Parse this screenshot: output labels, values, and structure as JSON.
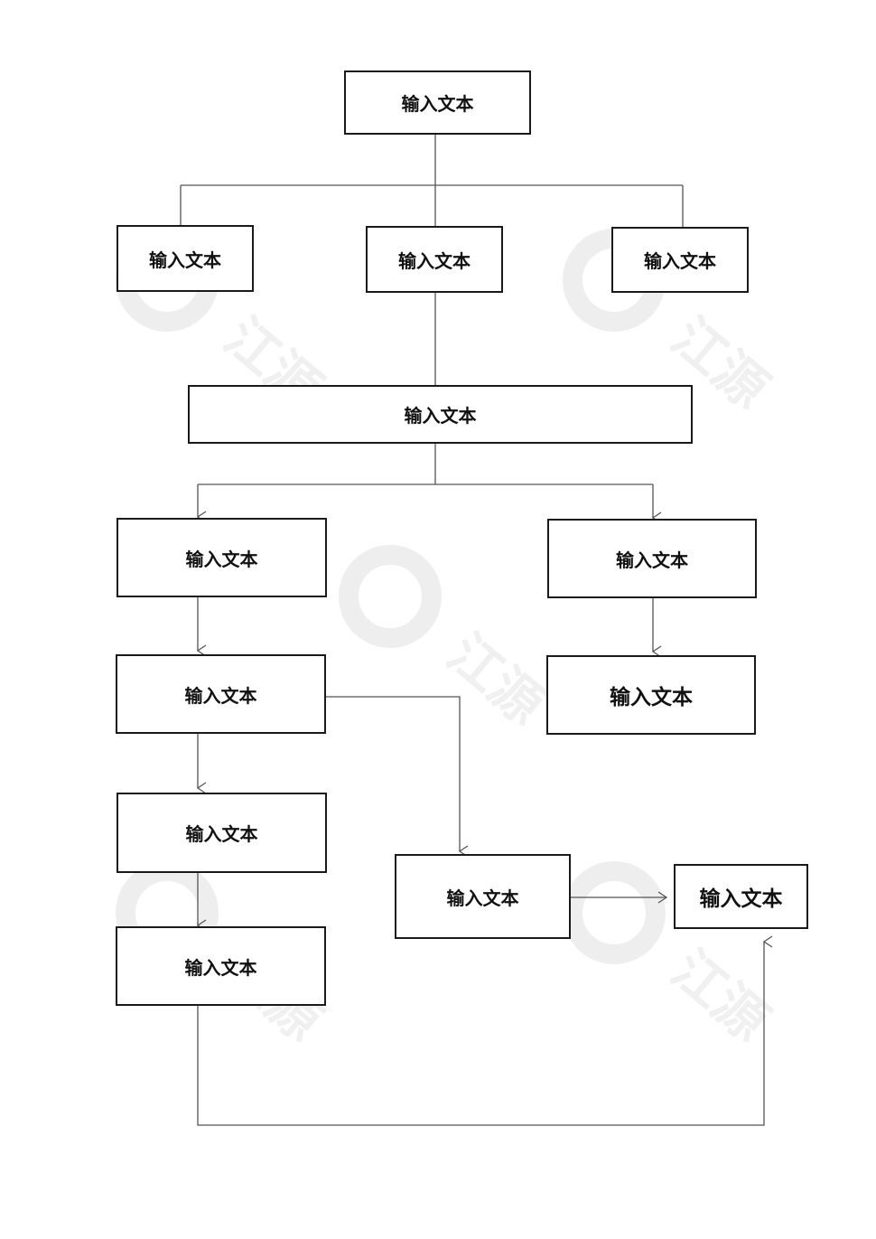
{
  "diagram": {
    "nodes": [
      {
        "id": "n1",
        "label": "输入文本"
      },
      {
        "id": "n2a",
        "label": "输入文本"
      },
      {
        "id": "n2b",
        "label": "输入文本"
      },
      {
        "id": "n2c",
        "label": "输入文本"
      },
      {
        "id": "n3",
        "label": "输入文本"
      },
      {
        "id": "n4a",
        "label": "输入文本"
      },
      {
        "id": "n4b",
        "label": "输入文本"
      },
      {
        "id": "n5a",
        "label": "输入文本"
      },
      {
        "id": "n5b",
        "label": "输入文本"
      },
      {
        "id": "n6a",
        "label": "输入文本"
      },
      {
        "id": "n7a",
        "label": "输入文本"
      },
      {
        "id": "n6c",
        "label": "输入文本"
      },
      {
        "id": "n6d",
        "label": "输入文本"
      }
    ]
  },
  "watermark": {
    "text": "江源"
  },
  "colors": {
    "line": "#555555",
    "border": "#1a1a1a",
    "text": "#111111",
    "watermark": "#e6e6e6"
  }
}
